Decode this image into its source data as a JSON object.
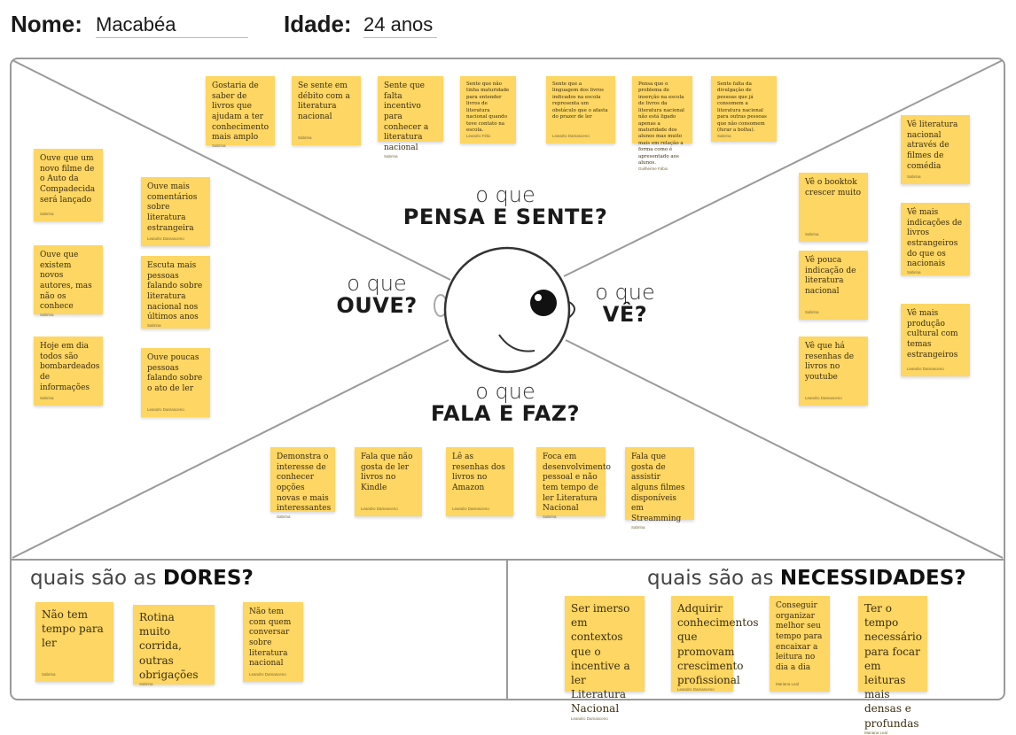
{
  "header": {
    "name_label": "Nome:",
    "name_value": "Macabéa",
    "age_label": "Idade:",
    "age_value": "24 anos"
  },
  "quadrants": {
    "pensa": {
      "small": "o que",
      "big": "PENSA E SENTE?"
    },
    "ouve": {
      "small": "o que",
      "big": "OUVE?"
    },
    "ve": {
      "small": "o que",
      "big": "VÊ?"
    },
    "fala": {
      "small": "o que",
      "big": "FALA E FAZ?"
    }
  },
  "dores": {
    "small": "quais são as",
    "big": "DORES?"
  },
  "necessidades": {
    "small": "quais são as",
    "big": "NECESSIDADES?"
  },
  "notes": {
    "pensa": [
      {
        "text": "Gostaria de saber de livros que ajudam a ter conhecimento mais amplo",
        "author": "Sabrina"
      },
      {
        "text": "Se sente em débito com a literatura nacional",
        "author": "Sabrina"
      },
      {
        "text": "Sente que falta incentivo para conhecer a literatura nacional",
        "author": "Sabrina"
      },
      {
        "text": "Sente que não tinha maturidade para entender livros de literatura nacional quando teve contato na escola.",
        "author": "Leandro Félix"
      },
      {
        "text": "Sente que a linguagem dos livros indicados na escola representa um obstáculo que o afasta do prazer de ler",
        "author": "Leandro Damasceno"
      },
      {
        "text": "Pensa que o problema de inserção na escola de livros da literatura nacional não está ligado apenas a maturidade dos alunos mas muito mais em relação a forma como é apresentado aos alunos.",
        "author": "Guilherme Fábio"
      },
      {
        "text": "Sente falta da divulgação de pessoas que já consomem a literatura nacional para outras pessoas que não consomem (furar a bolha).",
        "author": "Sabrina"
      }
    ],
    "ouve": [
      {
        "text": "Ouve que um novo filme de o Auto da Compadecida será lançado",
        "author": "Sabrina"
      },
      {
        "text": "Ouve que existem novos autores, mas não os conhece",
        "author": "Sabrina"
      },
      {
        "text": "Hoje em dia todos são bombardeados de informações",
        "author": "Sabrina"
      },
      {
        "text": "Ouve mais comentários sobre literatura estrangeira",
        "author": "Leandro Damasceno"
      },
      {
        "text": "Escuta mais pessoas falando sobre literatura nacional nos últimos anos",
        "author": "Sabrina"
      },
      {
        "text": "Ouve poucas pessoas falando sobre o ato de ler",
        "author": "Leandro Damasceno"
      }
    ],
    "ve": [
      {
        "text": "Vê o booktok crescer muito",
        "author": "Sabrina"
      },
      {
        "text": "Vê pouca indicação de literatura nacional",
        "author": "Sabrina"
      },
      {
        "text": "Vê que há resenhas de livros no youtube",
        "author": "Leandro Damasceno"
      },
      {
        "text": "Vê literatura nacional através de filmes de comédia",
        "author": "Sabrina"
      },
      {
        "text": "Vê mais indicações de livros estrangeiros do que os nacionais",
        "author": "Sabrina"
      },
      {
        "text": "Vê mais produção cultural com temas estrangeiros",
        "author": "Leandro Damasceno"
      }
    ],
    "fala": [
      {
        "text": "Demonstra o interesse de conhecer opções novas e mais interessantes",
        "author": "Sabrina"
      },
      {
        "text": "Fala que não gosta de ler livros no Kindle",
        "author": "Leandro Damasceno"
      },
      {
        "text": "Lê as resenhas dos livros no Amazon",
        "author": "Leandro Damasceno"
      },
      {
        "text": "Foca em desenvolvimento pessoal e não tem tempo de ler Literatura Nacional",
        "author": "Sabrina"
      },
      {
        "text": "Fala que gosta de assistir alguns filmes disponíveis em Streamming",
        "author": "Sabrina"
      }
    ],
    "dores": [
      {
        "text": "Não tem tempo para ler",
        "author": "Sabrina"
      },
      {
        "text": "Rotina muito corrida, outras obrigações",
        "author": "Sabrina"
      },
      {
        "text": "Não tem com quem conversar sobre literatura nacional",
        "author": "Leandro Damasceno"
      }
    ],
    "necessidades": [
      {
        "text": "Ser imerso em contextos que o incentive a ler Literatura Nacional",
        "author": "Leandro Damasceno"
      },
      {
        "text": "Adquirir conhecimentos que promovam crescimento profissional",
        "author": "Leandro Damasceno"
      },
      {
        "text": "Conseguir organizar melhor seu tempo para encaixar a leitura no dia a dia",
        "author": "Mariana Leal"
      },
      {
        "text": "Ter o tempo necessário para focar em leituras mais densas e profundas",
        "author": "Mariana Leal"
      }
    ]
  },
  "colors": {
    "note": "#fdd663",
    "line": "#9a9a9a"
  }
}
